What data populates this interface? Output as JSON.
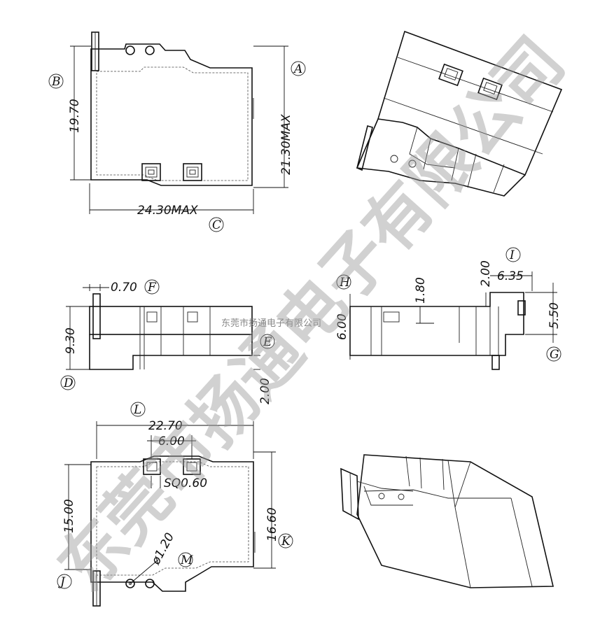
{
  "dimensions": {
    "top_height": "19.70",
    "top_height_max": "21.30MAX",
    "top_width_max": "24.30MAX",
    "side_pin": "0.70",
    "side_height": "9.30",
    "side_bottom": "2.00",
    "right_a": "2.00",
    "right_b": "1.80",
    "right_c": "6.00",
    "right_d": "6.35",
    "right_e": "5.50",
    "bottom_width": "22.70",
    "bottom_pad_pitch": "6.00",
    "bottom_pad_sq": "SQ0.60",
    "bottom_height_left": "15.00",
    "bottom_height_right": "16.60",
    "bottom_hole_dia": "ø1.20"
  },
  "labels": {
    "A": "A",
    "B": "B",
    "C": "C",
    "D": "D",
    "E": "E",
    "F": "F",
    "G": "G",
    "H": "H",
    "I": "I",
    "J": "J",
    "K": "K",
    "L": "L",
    "M": "M"
  },
  "watermark": {
    "main": "东莞市扬通电子有限公司",
    "small": "东莞市扬通电子有限公司"
  }
}
